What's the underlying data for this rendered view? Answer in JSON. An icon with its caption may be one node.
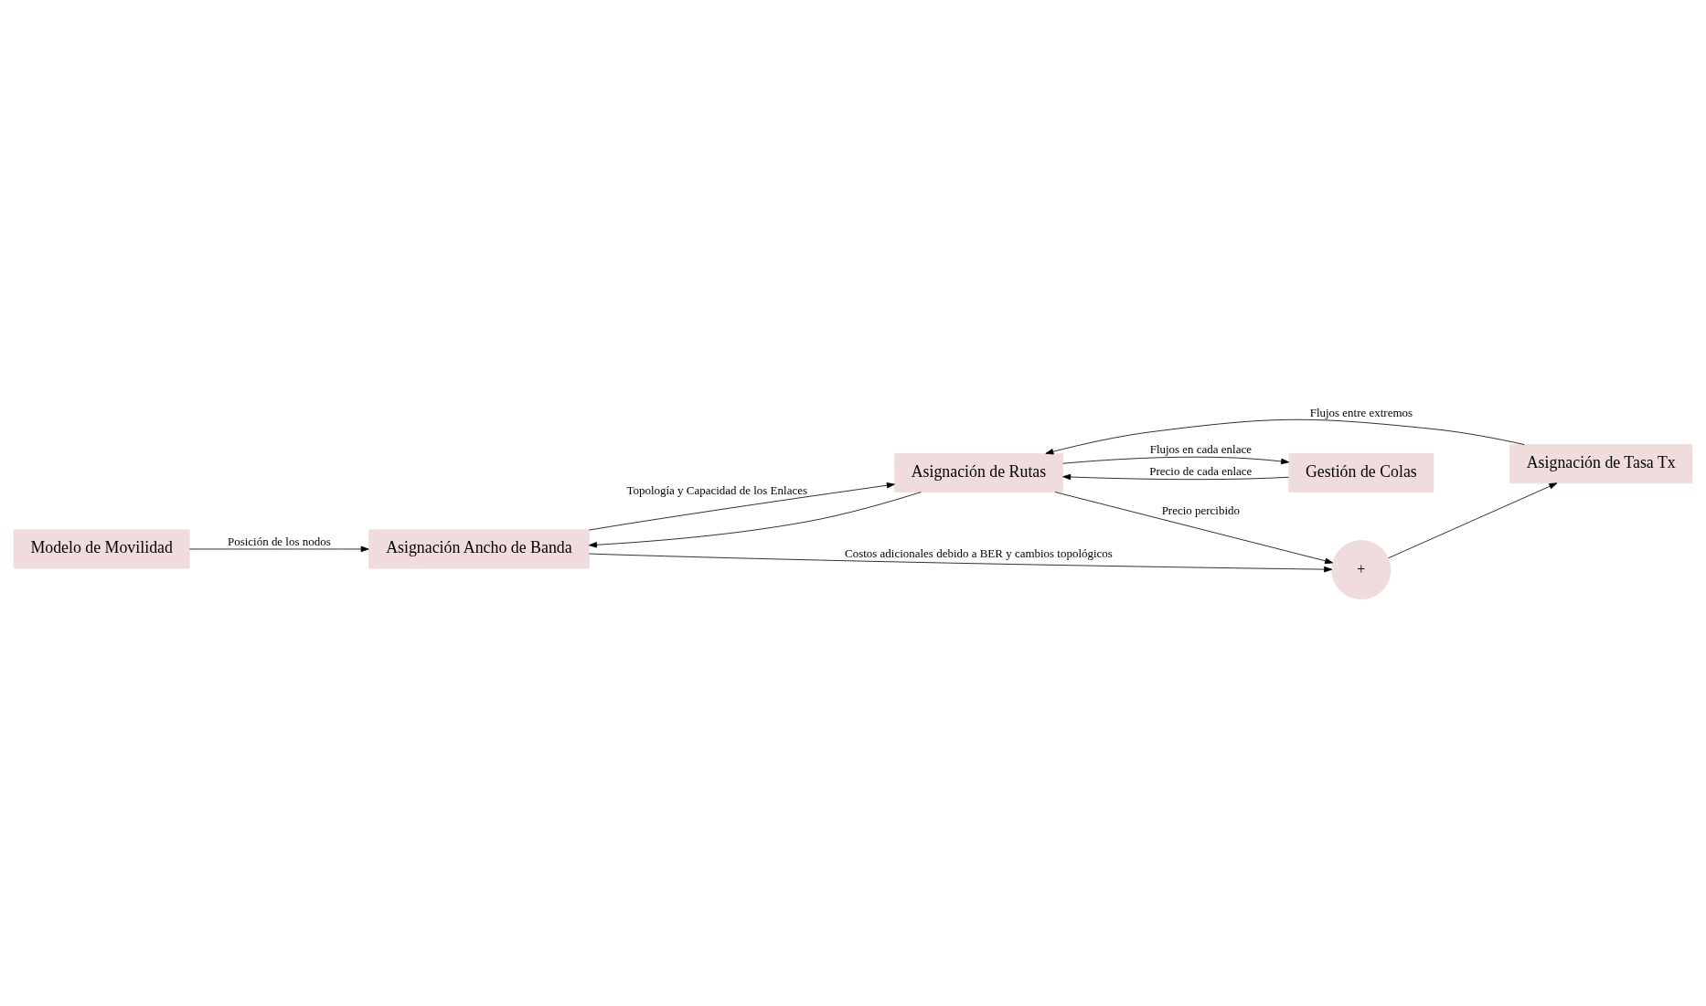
{
  "diagram": {
    "nodes": [
      {
        "text": [
          "Modelo de Movilidad"
        ]
      },
      {
        "text": [
          "Asignación Ancho de Banda"
        ]
      },
      {
        "text": [
          "Asignación de Rutas"
        ]
      },
      {
        "text": [
          "Asignación de Tasa Tx"
        ]
      },
      {
        "text": [
          "Gestión de Colas"
        ]
      },
      {
        "text": [
          "+"
        ]
      }
    ],
    "edges": [
      {
        "from": 0,
        "to": 1,
        "arrow": "to",
        "label": "Posición de los nodos"
      },
      {
        "from": 1,
        "to": 2,
        "arrow": "to",
        "label": "Topología y Capacidad de los Enlaces"
      },
      {
        "from": 1,
        "to": 5,
        "arrow": "to",
        "label": "Costos adicionales debido a BER y cambios topológicos"
      },
      {
        "from": 2,
        "to": 5,
        "arrow": "to",
        "label": "Precio percibido"
      },
      {
        "from": 5,
        "to": 3,
        "arrow": "to"
      },
      {
        "from": 3,
        "to": 2,
        "arrow": "to",
        "label": "Flujos entre extremos"
      },
      {
        "from": 2,
        "to": 4,
        "arrow": "to",
        "label": "Flujos en cada enlace"
      },
      {
        "from": 2,
        "to": 1,
        "arrow": "to"
      },
      {
        "from": 4,
        "to": 2,
        "arrow": "to",
        "label": "Precio de cada enlace"
      }
    ]
  }
}
